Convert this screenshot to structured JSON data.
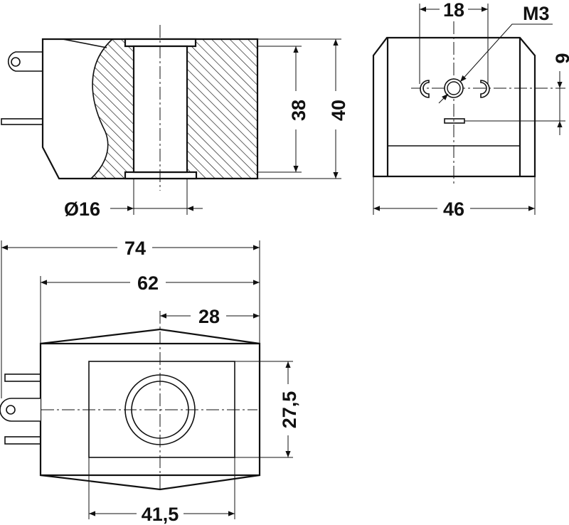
{
  "drawing": {
    "side_view": {
      "dims": {
        "height_inner": "38",
        "height_outer": "40",
        "bore_diameter": "Ø16"
      }
    },
    "front_view": {
      "dims": {
        "pin_spacing": "18",
        "thread": "M3",
        "offset": "9",
        "width": "46"
      }
    },
    "top_view": {
      "dims": {
        "overall_length": "74",
        "body_length": "62",
        "center_offset": "28",
        "window_height": "27,5",
        "window_width": "41,5"
      }
    },
    "colors": {
      "line": "#111111",
      "background": "#ffffff"
    }
  }
}
